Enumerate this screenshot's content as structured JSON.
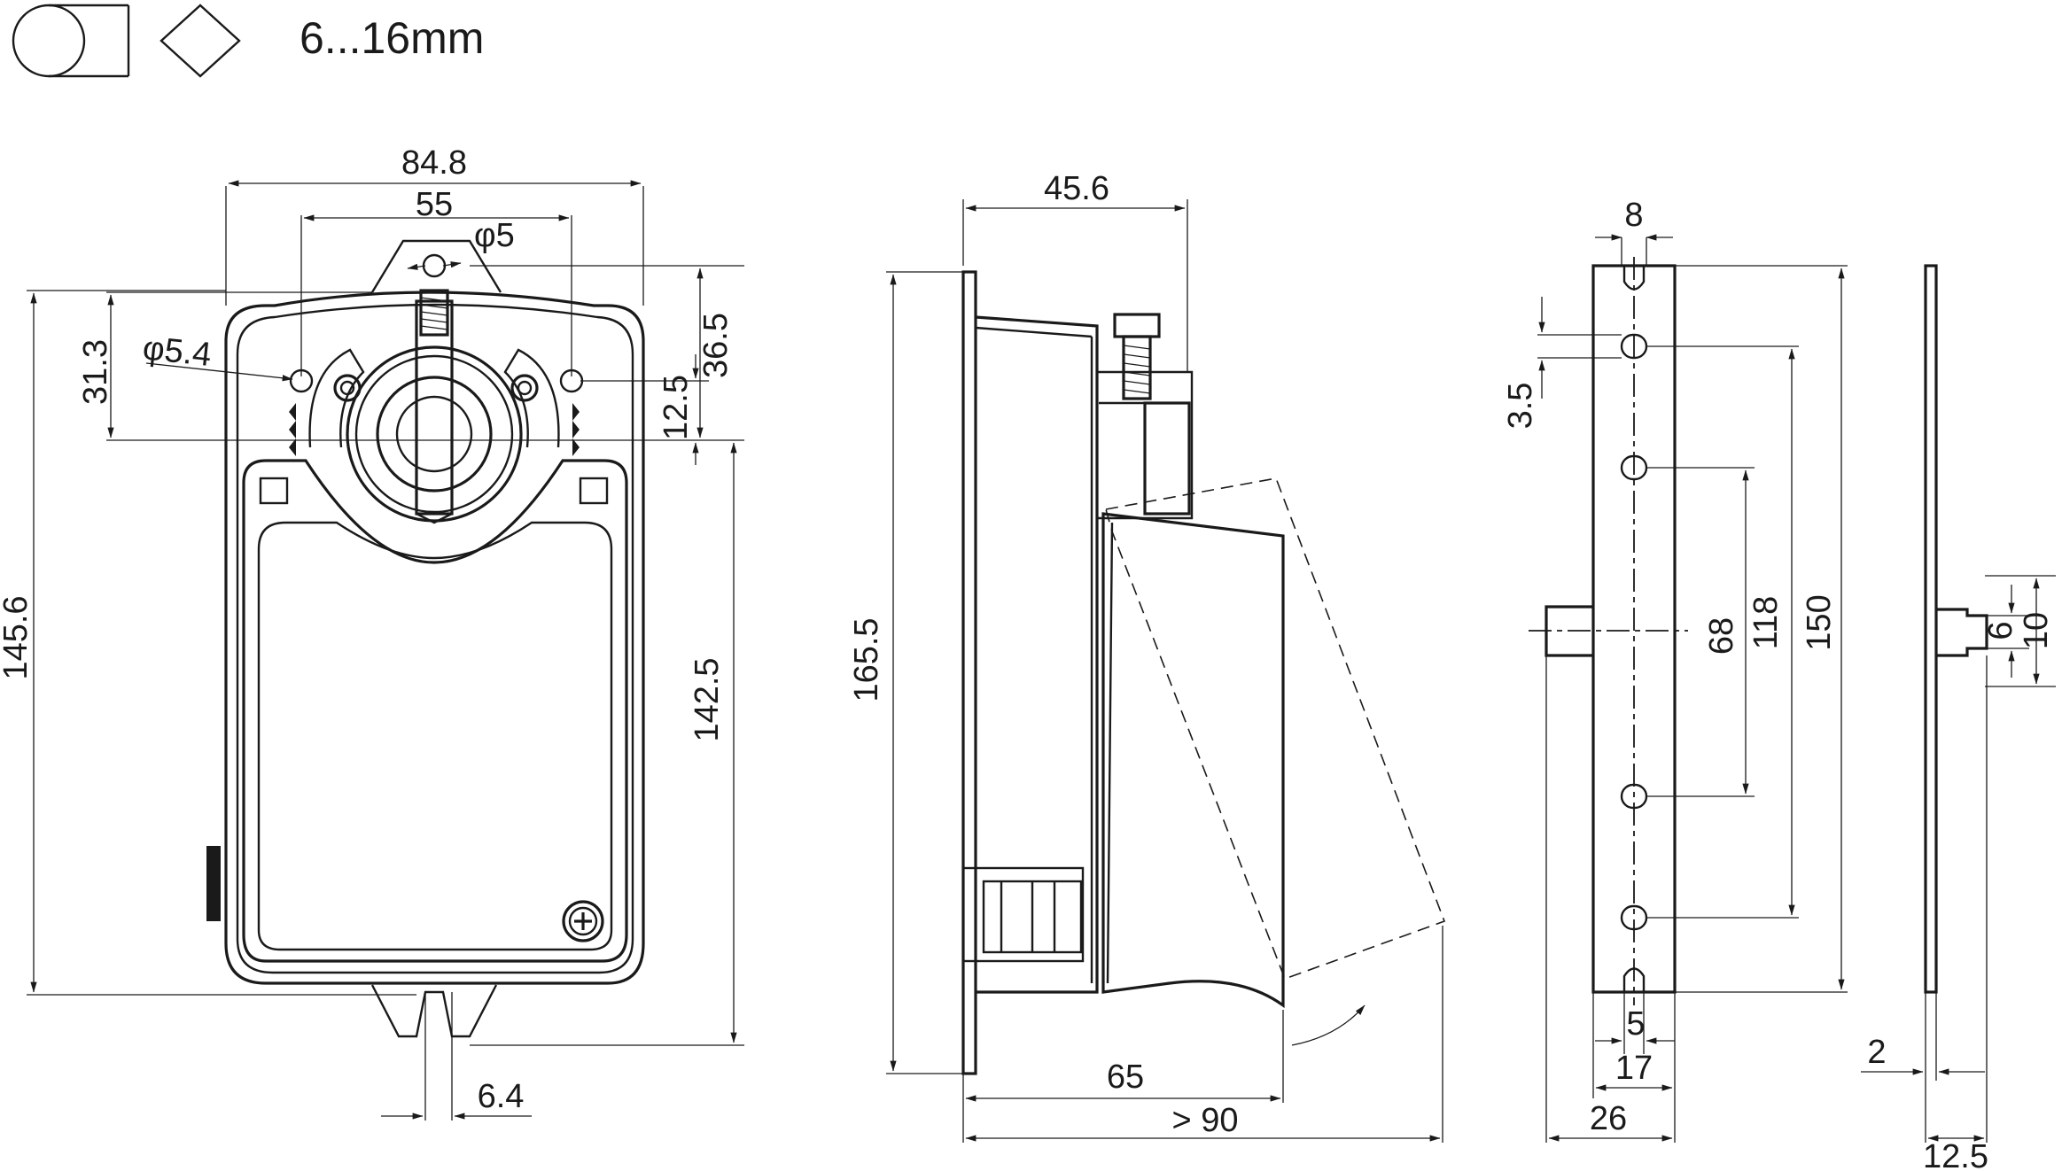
{
  "header": {
    "shaft_range": "6...16mm",
    "shaft_symbols": [
      "round-shaft-icon",
      "square-shaft-icon"
    ]
  },
  "front_view": {
    "width_total": "84.8",
    "hole_spacing": "55",
    "top_hole_dia": "φ5",
    "side_hole_dia": "φ5.4",
    "hole_offset_left": "31.3",
    "hole_offset_right": "36.5",
    "hole_to_axis": "12.5",
    "height_total": "145.6",
    "height_body": "142.5",
    "bottom_slot": "6.4"
  },
  "side_view": {
    "depth_top": "45.6",
    "height": "165.5",
    "depth_body": "65",
    "clearance": "> 90"
  },
  "bracket_view": {
    "slot_width": "8",
    "slot_height": "3.5",
    "spacing_68": "68",
    "spacing_118": "118",
    "length_150": "150",
    "slot_bottom": "5",
    "width_17": "17",
    "width_26": "26"
  },
  "bracket_side": {
    "tab_6": "6",
    "tab_10": "10",
    "thickness": "2",
    "depth": "12.5"
  }
}
